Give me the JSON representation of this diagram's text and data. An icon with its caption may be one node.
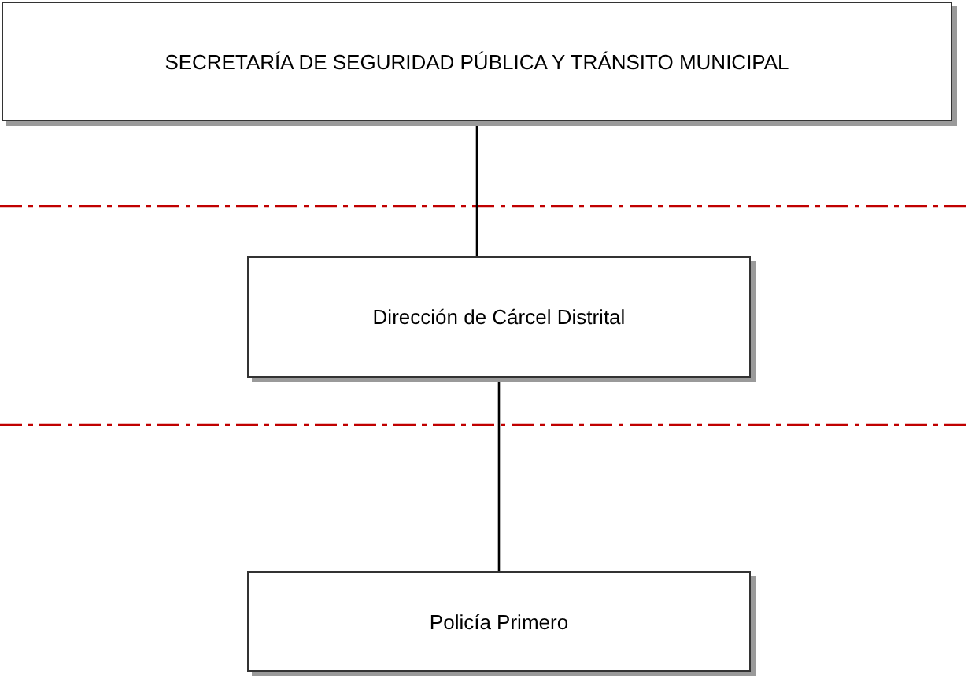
{
  "diagram": {
    "nodes": [
      {
        "text": [
          "SECRETARÍA DE SEGURIDAD PÚBLICA Y TRÁNSITO MUNICIPAL"
        ]
      },
      {
        "text": [
          "Dirección de Cárcel Distrital"
        ]
      },
      {
        "text": [
          "Policía Primero"
        ]
      }
    ],
    "edges": [
      {
        "from": 0,
        "to": 1,
        "arrow": "none"
      },
      {
        "from": 1,
        "to": 2,
        "arrow": "none"
      }
    ]
  }
}
